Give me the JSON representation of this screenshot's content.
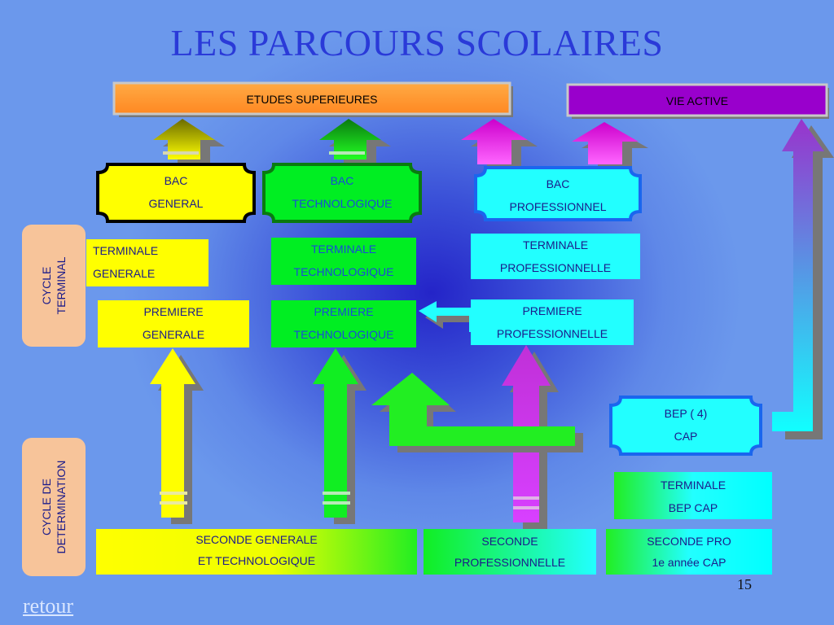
{
  "title": "LES PARCOURS SCOLAIRES",
  "page_number": "15",
  "link_retour": "retour",
  "banners": {
    "etudes": "ETUDES SUPERIEURES",
    "vie": "VIE ACTIVE"
  },
  "cycles": {
    "terminal": [
      "CYCLE",
      "TERMINAL"
    ],
    "determination": [
      "CYCLE DE",
      "DETERMINATION"
    ]
  },
  "bac": {
    "general": [
      "BAC",
      "GENERAL"
    ],
    "techno": [
      "BAC",
      "TECHNOLOGIQUE"
    ],
    "pro": [
      "BAC",
      "PROFESSIONNEL"
    ]
  },
  "terminale": {
    "general": [
      "TERMINALE",
      "GENERALE"
    ],
    "techno": [
      "TERMINALE",
      "TECHNOLOGIQUE"
    ],
    "pro": [
      "TERMINALE",
      "PROFESSIONNELLE"
    ]
  },
  "premiere": {
    "general": [
      "PREMIERE",
      "GENERALE"
    ],
    "techno": [
      "PREMIERE",
      "TECHNOLOGIQUE"
    ],
    "pro": [
      "PREMIERE",
      "PROFESSIONNELLE"
    ]
  },
  "bep": [
    "BEP ( 4)",
    "CAP"
  ],
  "terminale_bep": [
    "TERMINALE",
    "BEP CAP"
  ],
  "seconde": {
    "gt": [
      "SECONDE GENERALE",
      "ET TECHNOLOGIQUE"
    ],
    "pro": [
      "SECONDE",
      "PROFESSIONNELLE"
    ],
    "seconde_pro": [
      "SECONDE PRO",
      "1e année CAP"
    ]
  },
  "colors": {
    "yellow": "#ffff00",
    "green": "#00ee22",
    "cyan": "#00ffff",
    "magenta": "#cc22ee",
    "orange": "#ff9933",
    "purple": "#9900cc"
  }
}
